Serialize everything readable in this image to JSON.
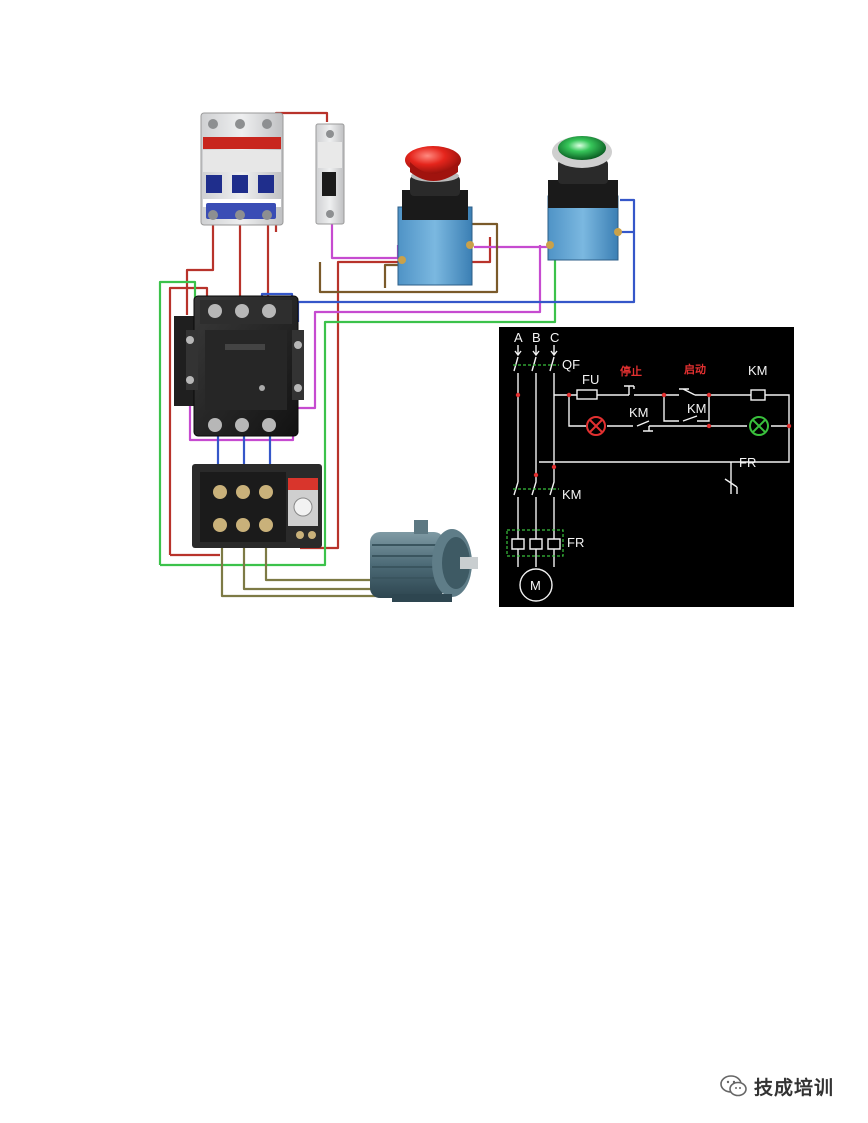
{
  "schematic": {
    "phase_labels": [
      "A",
      "B",
      "C"
    ],
    "qf_label": "QF",
    "fu_label": "FU",
    "stop_label": "停止",
    "start_label": "启动",
    "km_coil_label": "KM",
    "km_aux_label_1": "KM",
    "km_aux_label_2": "KM",
    "fr_contact_label": "FR",
    "km_main_label": "KM",
    "fr_main_label": "FR",
    "motor_label": "M"
  },
  "colors": {
    "wire_red": "#b8332b",
    "wire_blue": "#3557c9",
    "wire_green": "#3cc24b",
    "wire_magenta": "#c64bd0",
    "wire_brown": "#7a5a2a",
    "wire_olive": "#7d7a45",
    "schematic_bg": "#000000",
    "schematic_line": "#f2f2f2",
    "schematic_dash": "#39c03c",
    "schematic_red": "#e23030"
  },
  "components": {
    "breaker_3p": "three-pole-breaker",
    "breaker_1p": "single-pole-breaker",
    "stop_button": "red-stop-button",
    "start_button": "green-start-button",
    "contactor": "ac-contactor",
    "thermal_relay": "thermal-overload-relay",
    "motor": "three-phase-motor"
  },
  "watermark": {
    "text": "技成培训",
    "icon": "wechat-icon"
  }
}
